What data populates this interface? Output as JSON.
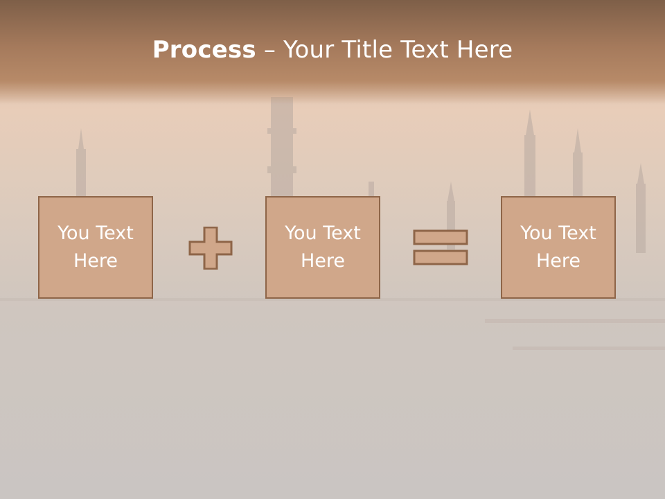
{
  "slide": {
    "title_bold": "Process",
    "title_rest": " – Your Title Text Here"
  },
  "boxes": [
    {
      "text": "You Text Here"
    },
    {
      "text": "You Text Here"
    },
    {
      "text": "You Text Here"
    }
  ],
  "operators": [
    "plus-icon",
    "equals-icon"
  ],
  "colors": {
    "box_fill": "#d0a78a",
    "box_border": "#8e6548",
    "header": "#a57a5c"
  }
}
